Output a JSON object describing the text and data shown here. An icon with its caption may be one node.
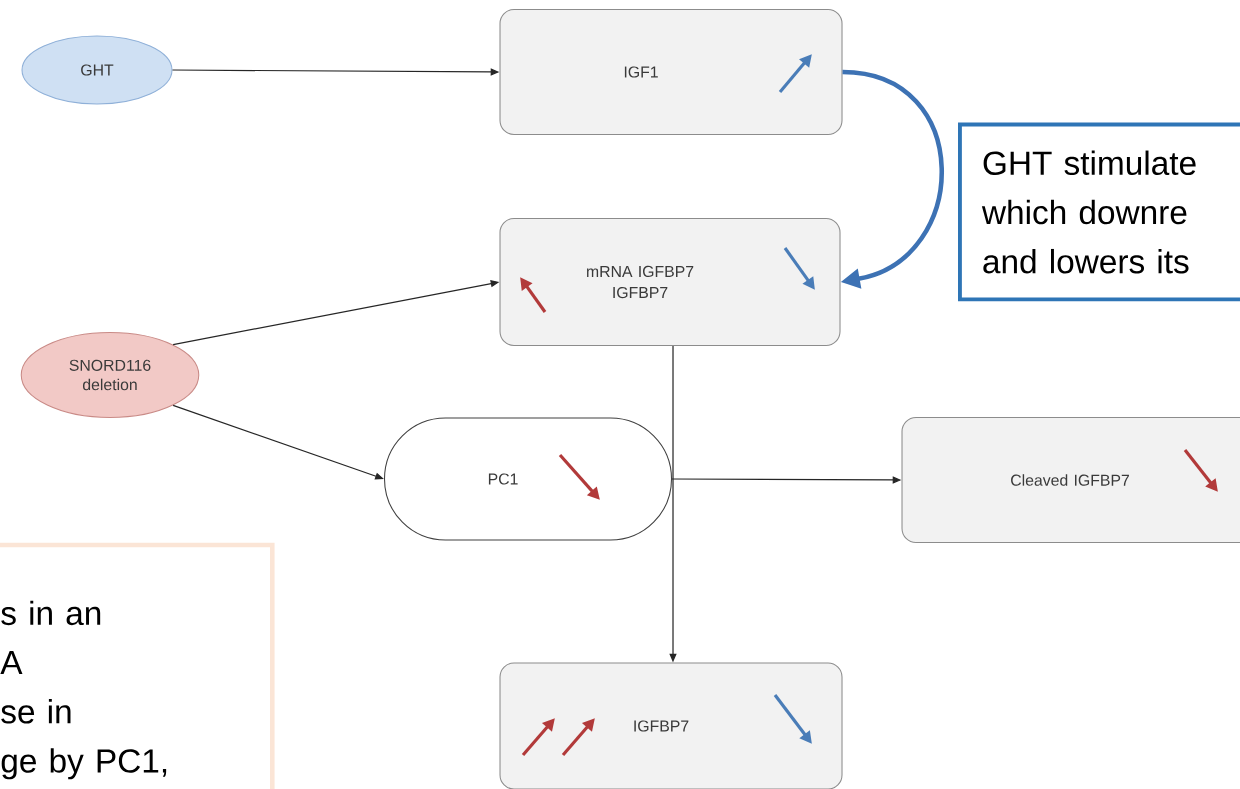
{
  "diagram": {
    "nodes": [
      {
        "text": [
          "GHT"
        ]
      },
      {
        "text": [
          "IGF1"
        ]
      },
      {
        "text": [
          "GHT stimulate",
          "which downre",
          "and lowers its"
        ]
      },
      {
        "text": [
          "mRNA IGFBP7 IGFBP7"
        ]
      },
      {
        "text": [
          "SNORD116 deletion"
        ]
      },
      {
        "text": [
          "PC1"
        ]
      },
      {
        "text": [
          "Cleaved IGFBP7"
        ]
      },
      {
        "text": [
          "s in an",
          "A",
          "se in",
          "ge by PC1,"
        ]
      },
      {
        "text": [
          "IGFBP7"
        ]
      }
    ],
    "edges": [
      {
        "from": 0,
        "to": 1,
        "arrow": "to"
      },
      {
        "from": 1,
        "to": 3,
        "arrow": "to",
        "style": "thick",
        "color": "#3d72b4"
      },
      {
        "from": 4,
        "to": 3,
        "arrow": "to"
      },
      {
        "from": 4,
        "to": 5,
        "arrow": "to"
      },
      {
        "from": 3,
        "to": 8,
        "arrow": "to"
      },
      {
        "from": 5,
        "to": 6,
        "arrow": "to"
      }
    ]
  }
}
